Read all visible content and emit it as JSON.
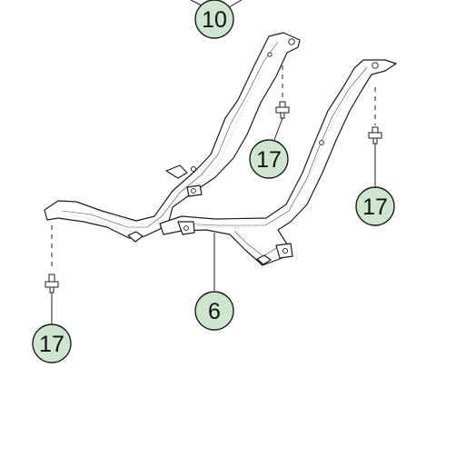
{
  "callouts": {
    "part_10": "10",
    "part_6": "6",
    "bolt_center": "17",
    "bolt_right": "17",
    "bolt_left": "17"
  },
  "colors": {
    "callout_fill": "#cfe5cf",
    "line": "#1c1c1c"
  }
}
